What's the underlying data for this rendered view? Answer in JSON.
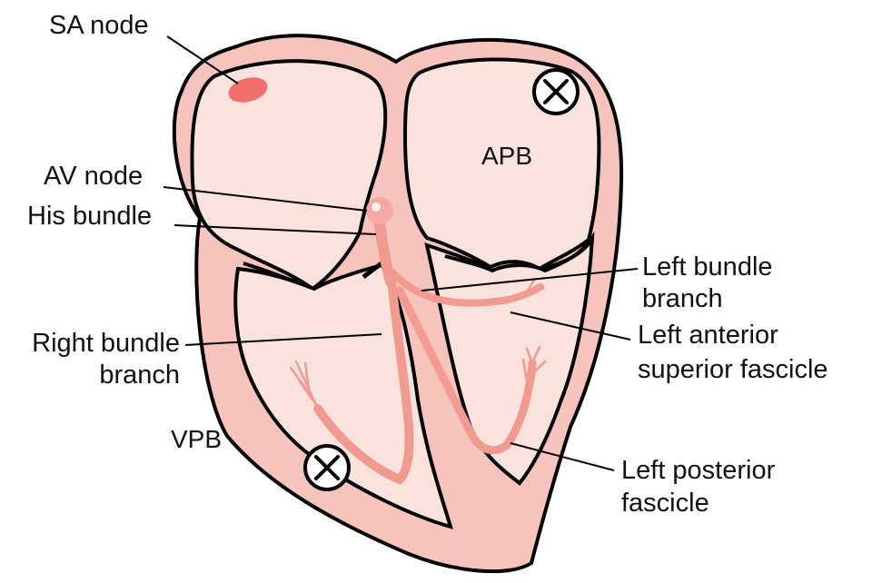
{
  "colors": {
    "heart_wall": "#f6c4bc",
    "chamber_fill": "#fbe3dd",
    "conduction": "#f09a90",
    "sa_node": "#ee6f6c",
    "outline": "#000000"
  },
  "labels": {
    "sa_node": "SA node",
    "av_node": "AV node",
    "his_bundle": "His bundle",
    "right_bundle_branch_1": "Right bundle",
    "right_bundle_branch_2": "branch",
    "vpb": "VPB",
    "apb": "APB",
    "left_bundle_branch_1": "Left bundle",
    "left_bundle_branch_2": "branch",
    "left_anterior_1": "Left anterior",
    "left_anterior_2": "superior fascicle",
    "left_posterior_1": "Left posterior",
    "left_posterior_2": "fascicle"
  },
  "markers": {
    "apb_marker": "ectopic-x-icon",
    "vpb_marker": "ectopic-x-icon"
  }
}
